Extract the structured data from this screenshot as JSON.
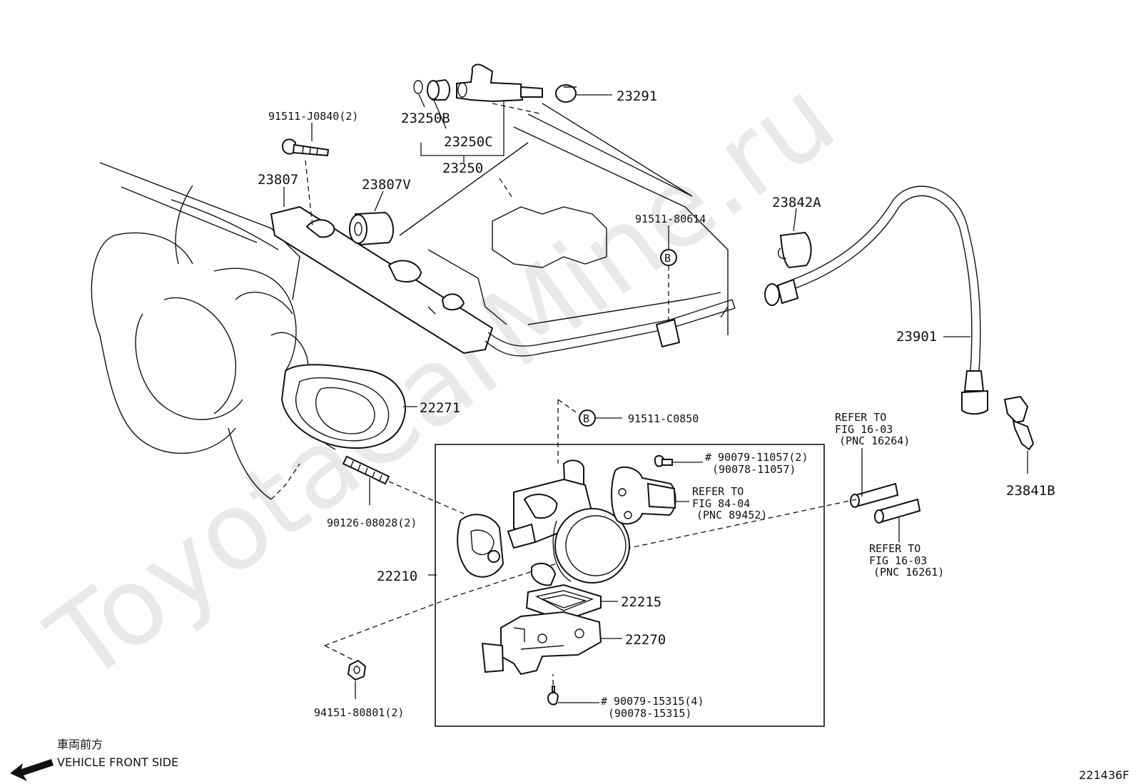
{
  "watermark": "ToyotaCarMine.ru",
  "labels": {
    "p23291": "23291",
    "p23250B": "23250B",
    "p23250C": "23250C",
    "p23250": "23250",
    "p91511_J0840": "91511-J0840(2)",
    "p23807": "23807",
    "p23807V": "23807V",
    "p91511_80614": "91511-80614",
    "p23842A": "23842A",
    "p23901": "23901",
    "p22271": "22271",
    "p91511_C0850": "91511-C0850",
    "p90126_08028": "90126-08028(2)",
    "p22210": "22210",
    "p22215": "22215",
    "p22270": "22270",
    "p94151_80801": "94151-80801(2)",
    "p23841B": "23841B",
    "p90079_11057_line1": "# 90079-11057(2)",
    "p90079_11057_line2": "(90078-11057)",
    "p90079_15315_line1": "# 90079-15315(4)",
    "p90079_15315_line2": "(90078-15315)",
    "callout_b": "B"
  },
  "refer_notes": {
    "fig_84_04": [
      "REFER TO",
      "FIG 84-04",
      "(PNC 89452)"
    ],
    "fig_16_03_a": [
      "REFER TO",
      "FIG 16-03",
      "(PNC 16264)"
    ],
    "fig_16_03_b": [
      "REFER TO",
      "FIG 16-03",
      "(PNC 16261)"
    ]
  },
  "direction": {
    "jp": "車両前方",
    "en": "VEHICLE FRONT SIDE"
  },
  "figure_code": "221436F"
}
